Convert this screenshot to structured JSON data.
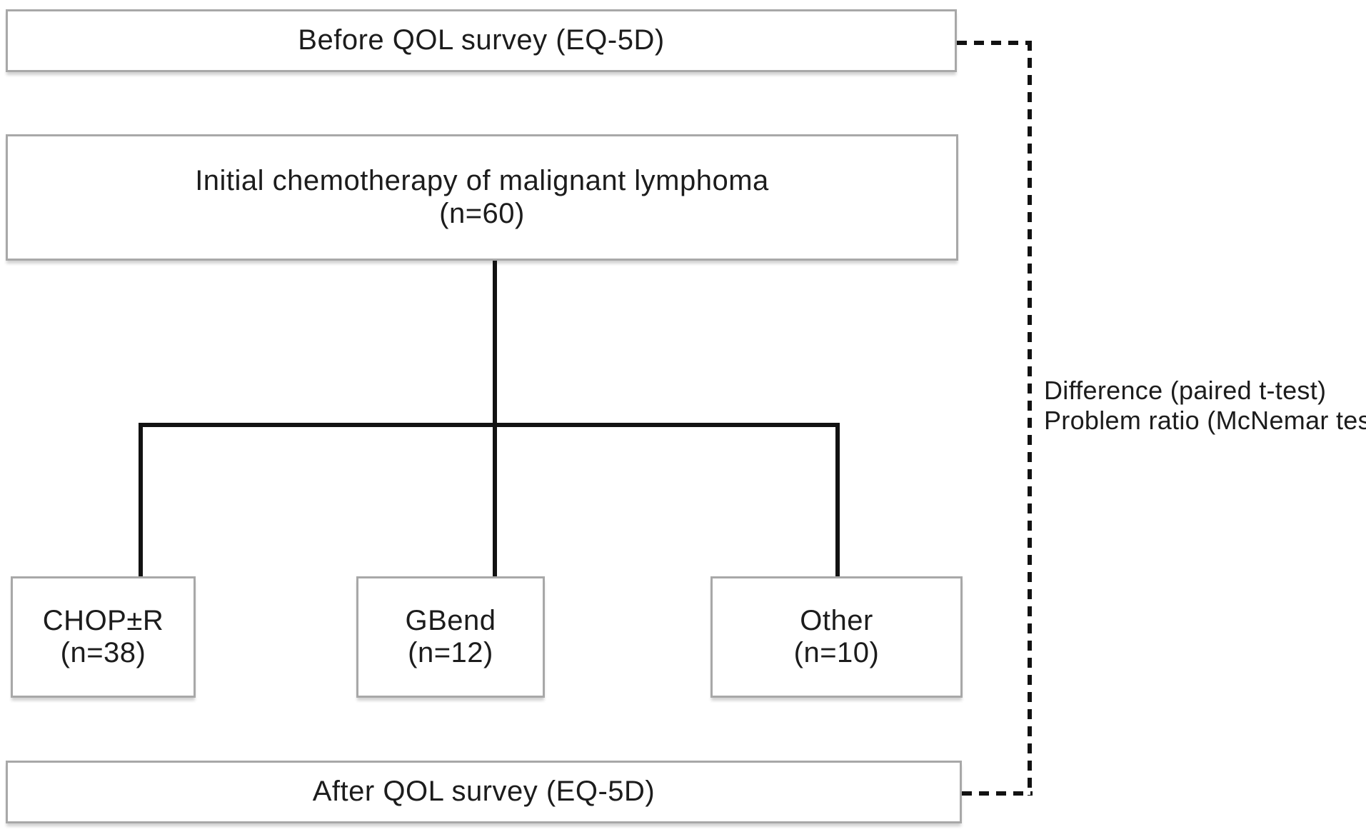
{
  "figure": {
    "type": "study-design-flowchart",
    "nodes": {
      "before": {
        "label": "Before QOL survey (EQ-5D)"
      },
      "chemo": {
        "line1": "Initial chemotherapy of malignant lymphoma",
        "line2": "(n=60)"
      },
      "chop": {
        "line1": "CHOP±R",
        "line2": "(n=38)"
      },
      "gbend": {
        "line1": "GBend",
        "line2": "(n=12)"
      },
      "other": {
        "line1": "Other",
        "line2": "(n=10)"
      },
      "after": {
        "label": "After QOL survey (EQ-5D)"
      }
    },
    "annotation": {
      "line1": "Difference (paired t-test)",
      "line2": "Problem ratio (McNemar test)"
    },
    "colors": {
      "background": "#ffffff",
      "box_border": "#a8a8a8",
      "connector": "#121212",
      "text": "#1c1c1c"
    }
  }
}
